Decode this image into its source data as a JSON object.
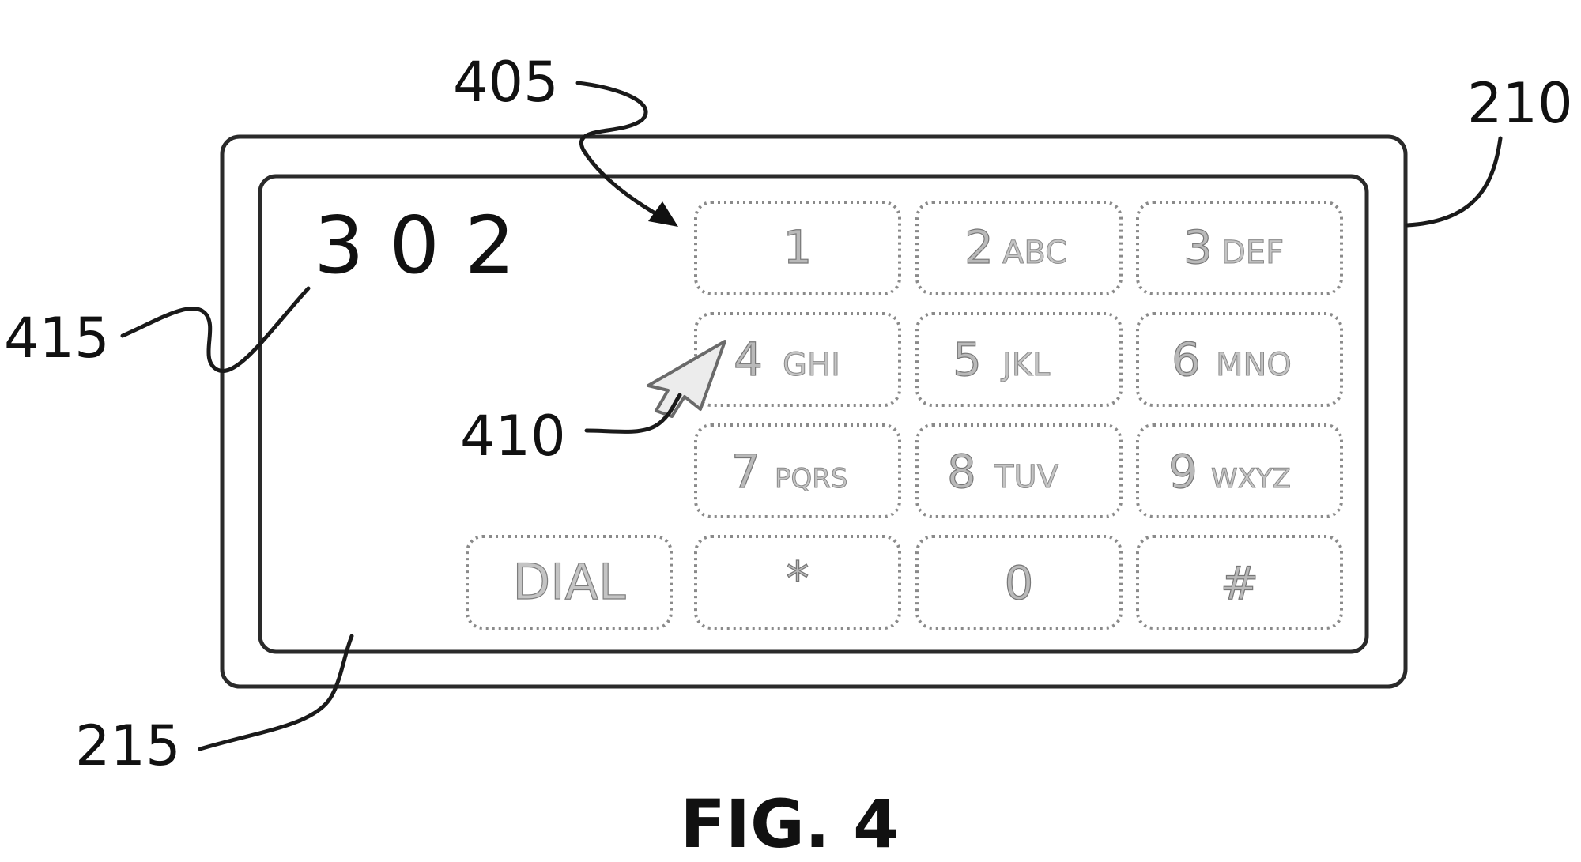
{
  "figure": {
    "caption": "FIG. 4",
    "reference_numerals": {
      "touchscreen": "210",
      "display": "215",
      "keypad": "405",
      "pointer": "410",
      "entered_digits": "415"
    },
    "entered_number": "3 0 2",
    "keypad": {
      "keys": [
        {
          "digit": "1",
          "letters": ""
        },
        {
          "digit": "2",
          "letters": "ABC"
        },
        {
          "digit": "3",
          "letters": "DEF"
        },
        {
          "digit": "4",
          "letters": "GHI"
        },
        {
          "digit": "5",
          "letters": "JKL"
        },
        {
          "digit": "6",
          "letters": "MNO"
        },
        {
          "digit": "7",
          "letters": "PQRS"
        },
        {
          "digit": "8",
          "letters": "TUV"
        },
        {
          "digit": "9",
          "letters": "WXYZ"
        },
        {
          "digit": "*",
          "letters": ""
        },
        {
          "digit": "0",
          "letters": ""
        },
        {
          "digit": "#",
          "letters": ""
        }
      ],
      "dial_label": "DIAL"
    }
  }
}
